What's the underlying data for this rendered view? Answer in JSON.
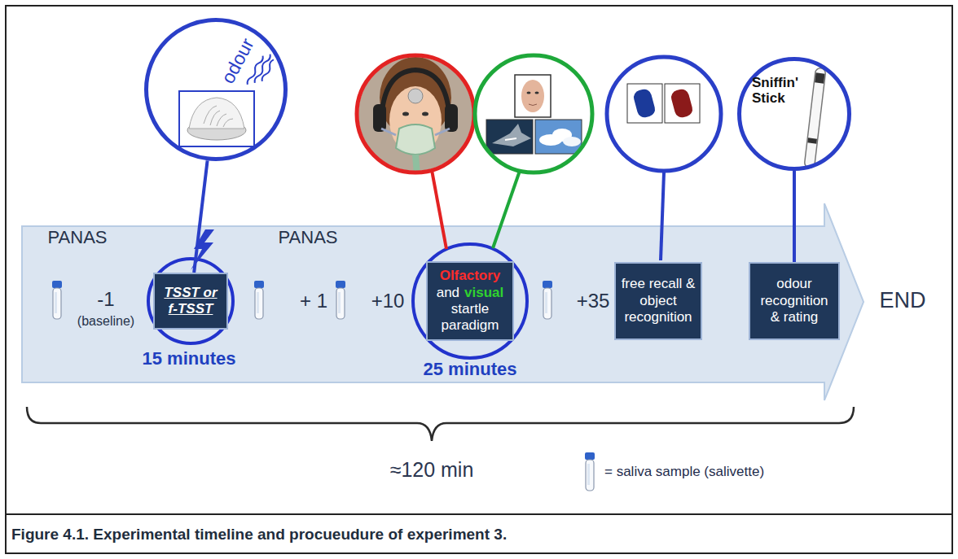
{
  "diagram": {
    "caption": "Figure 4.1. Experimental timeline and procueudure of experiment 3.",
    "nodes": [
      {
        "text": [
          "odour"
        ]
      },
      {
        "text": [
          "Sniffin' Stick"
        ]
      },
      {
        "text": [
          "PANAS",
          "-1",
          "(baseline)",
          "PANAS",
          "+ 1",
          "+10",
          "+35",
          "15 minutes",
          "25 minutes"
        ]
      },
      {
        "text": [
          "TSST or f-TSST"
        ],
        "in": 2
      },
      {
        "text": [
          "Olfactory",
          "and",
          "visual",
          "startle paradigm"
        ],
        "in": 2
      },
      {
        "text": [
          "free recall & object recognition"
        ],
        "in": 2
      },
      {
        "text": [
          "odour recognition & rating"
        ],
        "in": 2
      }
    ],
    "edges": [
      {
        "from": 0,
        "to": 3,
        "arrow": "none"
      },
      {
        "from": 1,
        "to": 6,
        "arrow": "none"
      }
    ],
    "labels": [
      "END",
      "≈120 min"
    ],
    "legend": [
      {
        "text": "= saliva sample (salivette)"
      }
    ]
  }
}
